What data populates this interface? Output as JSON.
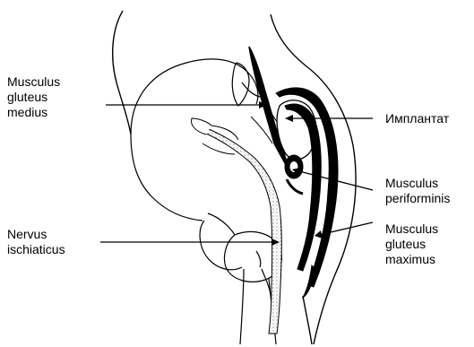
{
  "labels": {
    "gluteus_medius": [
      "Musculus",
      "gluteus",
      "medius"
    ],
    "nervus_ischiaticus": [
      "Nervus",
      "ischiaticus"
    ],
    "implant": [
      "Имплантат"
    ],
    "piriformis": [
      "Musculus",
      "periforminis"
    ],
    "gluteus_maximus": [
      "Musculus",
      "gluteus",
      "maximus"
    ]
  },
  "colors": {
    "stroke": "#000000",
    "fill": "#000000",
    "background": "#ffffff",
    "nerve_stipple": "#9a9a9a"
  }
}
